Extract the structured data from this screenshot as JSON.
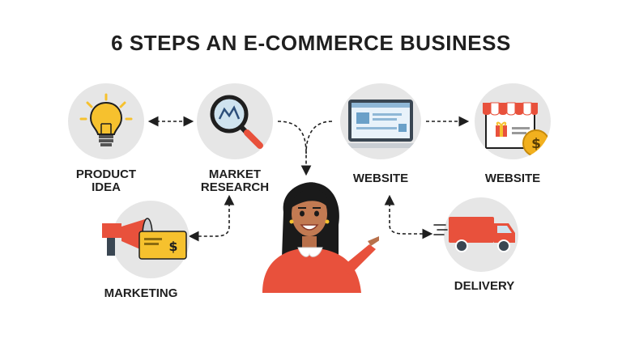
{
  "title": "6 STEPS AN E-COMMERCE BUSINESS",
  "steps": {
    "product_idea": {
      "line1": "PRODUCT",
      "line2": "IDEA",
      "icon": "lightbulb-icon"
    },
    "market_research": {
      "line1": "MARKET",
      "line2": "RESEARCH",
      "icon": "magnifier-icon"
    },
    "website": {
      "label": "WEBSITE",
      "icon": "laptop-icon"
    },
    "website_store": {
      "label": "WEBSITE",
      "icon": "storefront-icon"
    },
    "marketing": {
      "label": "MARKETING",
      "icon": "megaphone-icon"
    },
    "delivery": {
      "label": "DELIVERY",
      "icon": "truck-icon"
    }
  },
  "colors": {
    "accent_red": "#e8513c",
    "bulb_yellow": "#f6c12e",
    "coin_gold": "#f2b01e",
    "circle_bg": "#e6e6e6",
    "text": "#1f1f1f"
  }
}
